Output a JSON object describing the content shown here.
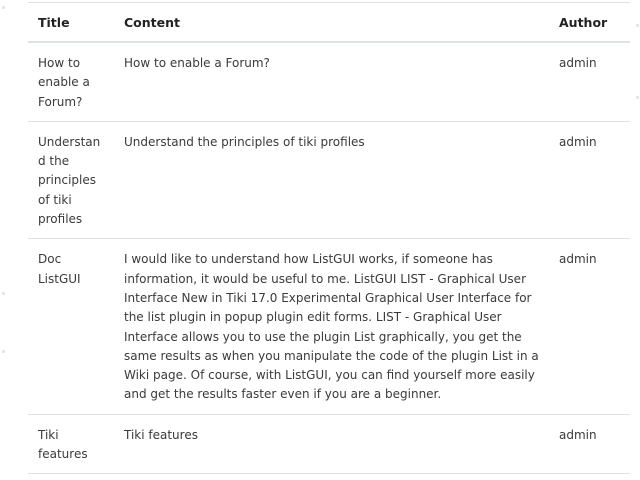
{
  "table": {
    "headers": {
      "title": "Title",
      "content": "Content",
      "author": "Author"
    },
    "rows": [
      {
        "title": "How to enable a Forum?",
        "content": "How to enable a Forum?",
        "author": "admin"
      },
      {
        "title": "Understand the principles of tiki profiles",
        "content": "Understand the principles of tiki profiles",
        "author": "admin"
      },
      {
        "title": "Doc ListGUI",
        "content": "I would like to understand how ListGUI works, if someone has information, it would be useful to me. ListGUI LIST - Graphical User Interface New in Tiki 17.0 Experimental Graphical User Interface for the list plugin in popup plugin edit forms. LIST - Graphical User Interface allows you to use the plugin List graphically, you get the same results as when you manipulate the code of the plugin List in a Wiki page. Of course, with ListGUI, you can find yourself more easily and get the results faster even if you are a beginner.",
        "author": "admin"
      },
      {
        "title": "Tiki features",
        "content": "Tiki features",
        "author": "admin"
      }
    ]
  },
  "colors": {
    "border": "#dee2e6",
    "text": "#3a3a3a",
    "header_text": "#222222"
  }
}
